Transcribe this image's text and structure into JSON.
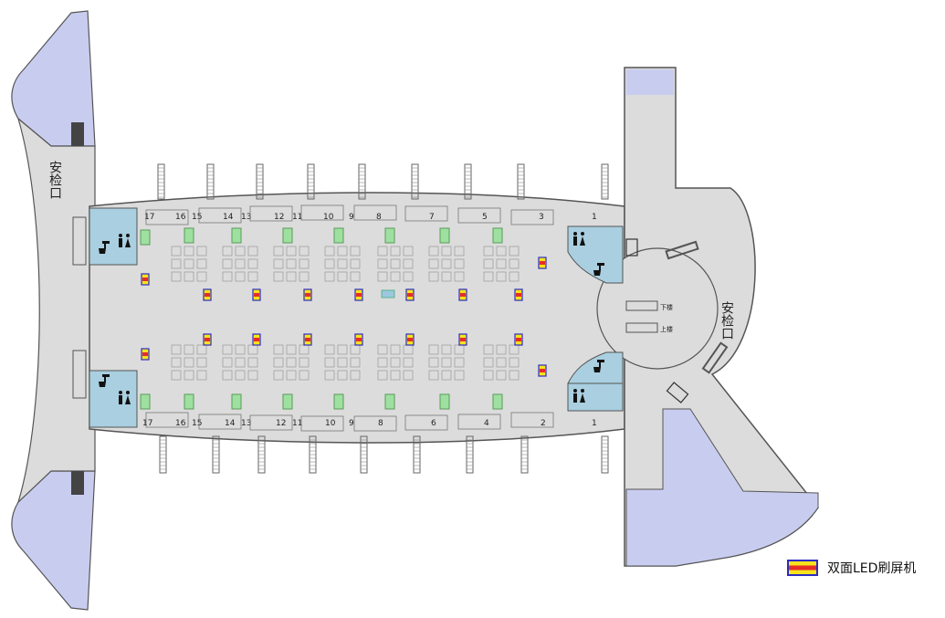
{
  "map": {
    "security_left": "安检口",
    "security_right": "安检口",
    "stairs_down": "下楼",
    "stairs_up": "上楼",
    "gates_top": [
      "17",
      "16",
      "15",
      "14",
      "13",
      "12",
      "11",
      "10",
      "9",
      "8",
      "7",
      "5",
      "3",
      "1"
    ],
    "gates_bottom": [
      "17",
      "16",
      "15",
      "14",
      "13",
      "12",
      "11",
      "10",
      "9",
      "8",
      "6",
      "4",
      "2",
      "1"
    ],
    "icons": {
      "restroom": "restroom-icon",
      "water": "water-fountain-icon",
      "screen": "led-screen-marker"
    },
    "colors": {
      "floor": "#dcdcdc",
      "outline": "#555555",
      "hall": "#c8cdf0",
      "restroom": "#a9cfe0",
      "counter": "#9ee0a0",
      "led_red": "#e62d26",
      "led_yellow": "#f7e31c",
      "led_border": "#2b2bc4"
    }
  },
  "legend": {
    "label": "双面LED刷屏机"
  }
}
